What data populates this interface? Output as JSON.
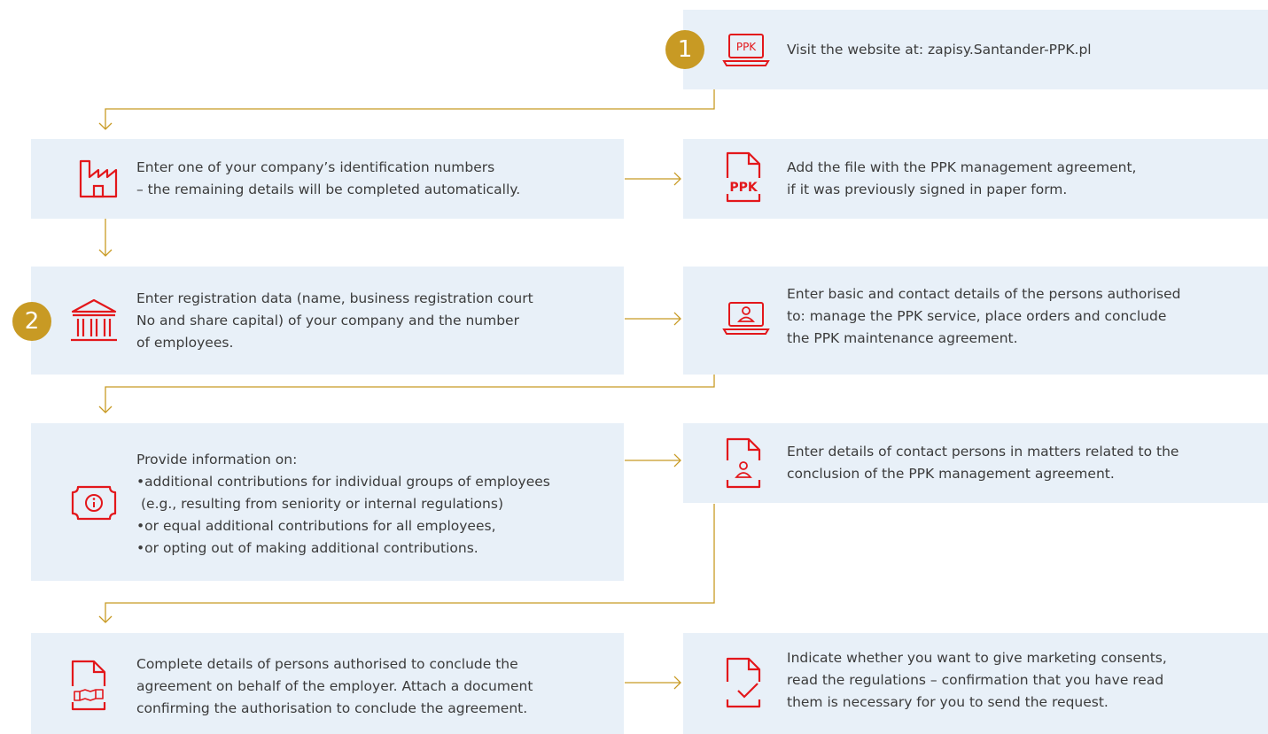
{
  "colors": {
    "box": "#e8f0f8",
    "accent_red": "#e3171b",
    "badge_gold": "#c89a24",
    "connector_gold": "#c89a24",
    "text": "#3b3b3b"
  },
  "steps": {
    "visit": {
      "badge": "1",
      "icon": "laptop-ppk-icon",
      "icon_label": "PPK",
      "text": "Visit the website at: zapisy.Santander-PPK.pl"
    },
    "company_id": {
      "icon": "factory-icon",
      "lines": [
        "Enter one of your company’s identification numbers",
        "– the remaining details will be completed automatically."
      ]
    },
    "add_file": {
      "icon": "document-ppk-icon",
      "icon_label": "PPK",
      "lines": [
        "Add the file with the PPK management agreement,",
        "if it was previously signed in paper form."
      ]
    },
    "registration": {
      "badge": "2",
      "icon": "bank-building-icon",
      "lines": [
        "Enter registration data (name, business registration court",
        "No and share capital) of your company and the number",
        "of employees."
      ]
    },
    "authorised": {
      "icon": "laptop-person-icon",
      "lines": [
        "Enter basic and contact details of the persons authorised",
        "to: manage the PPK service, place orders and conclude",
        "the PPK maintenance agreement."
      ]
    },
    "contributions": {
      "icon": "banknote-info-icon",
      "intro": "Provide information on:",
      "items": [
        "additional contributions for individual groups of employees",
        "(e.g., resulting from seniority or internal regulations)",
        "or equal additional contributions for all employees,",
        "or opting out of making additional contributions."
      ]
    },
    "contact_persons": {
      "icon": "document-person-icon",
      "lines": [
        "Enter details of contact persons in matters related to the",
        "conclusion of the PPK management agreement."
      ]
    },
    "employer_auth": {
      "icon": "document-handshake-icon",
      "lines": [
        "Complete details of persons authorised to conclude the",
        "agreement on behalf of the employer. Attach a document",
        "confirming the authorisation to conclude the agreement."
      ]
    },
    "consents": {
      "icon": "document-check-icon",
      "lines": [
        "Indicate whether you want to give marketing consents,",
        "read the regulations – confirmation that you have read",
        "them is necessary for you to send the request."
      ]
    }
  }
}
